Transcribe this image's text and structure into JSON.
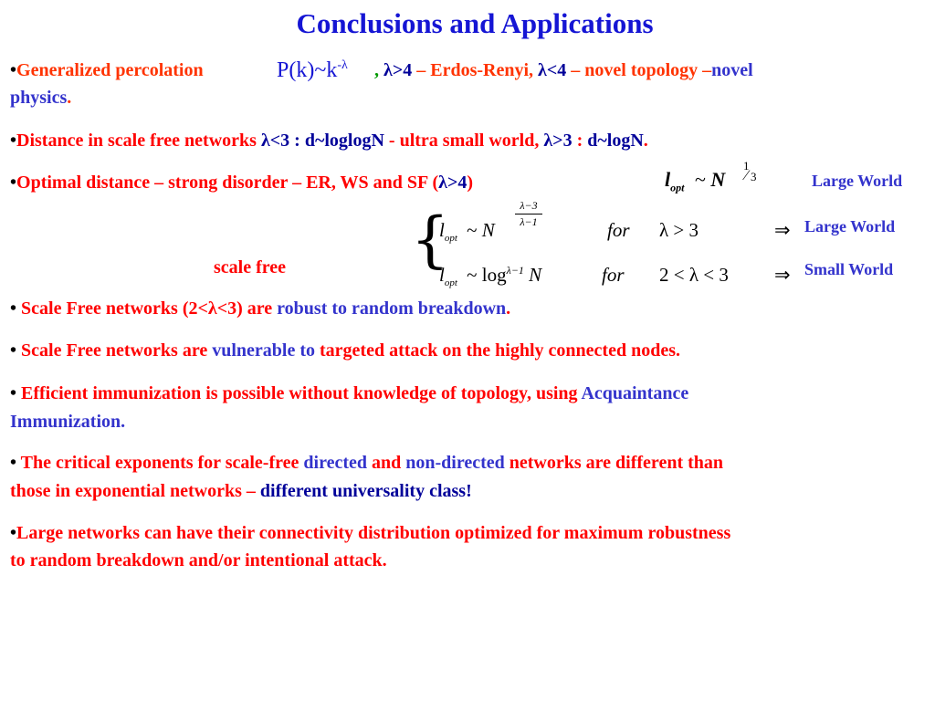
{
  "title": "Conclusions and Applications",
  "bullet": "•",
  "b1": {
    "a": "Generalized percolation",
    "formula": "P(k)~k",
    "formula_sup": "-λ",
    "comma": ",",
    "c": "λ>4",
    "d": " – Erdos-Renyi, ",
    "e": "λ<4",
    "f": " – novel topology –",
    "g": "novel",
    "h": "physics",
    "dot": "."
  },
  "b2": {
    "a": "Distance in scale free networks ",
    "b": "λ<3 : ",
    "c": "d~loglogN",
    "d": " - ultra small world, ",
    "e": "λ>3",
    "f": " : ",
    "g": "d~logN",
    "dot": "."
  },
  "b3": {
    "a": "Optimal distance – strong disorder – ER, WS and SF (",
    "b": "λ>4",
    "c": ")"
  },
  "opt": {
    "l": "l",
    "sub": "opt",
    "tilde": "~",
    "N": "N",
    "exp_num": "1",
    "exp_den": "3",
    "large_world_1": "Large World",
    "r1_exp_num": "λ−3",
    "r1_exp_den": "λ−1",
    "for": "for",
    "r1_cond": "λ > 3",
    "implies": "⇒",
    "large_world_2": "Large World",
    "log": "log",
    "r2_exp": "λ−1",
    "r2_cond": "2 < λ < 3",
    "small_world": "Small World",
    "brace": "{"
  },
  "scale_free_label": "scale free",
  "b4": {
    "a": "Scale Free networks (2<λ<3) are ",
    "b": "robust to random breakdown",
    "dot": "."
  },
  "b5": {
    "a": "Scale Free networks are ",
    "b": "vulnerable to",
    "c": " targeted attack on the highly connected nodes."
  },
  "b6": {
    "a": "Efficient immunization is possible without knowledge of topology, using ",
    "b": "Acquaintance",
    "c": "Immunization."
  },
  "b7": {
    "a": "The critical exponents for scale-free ",
    "b": "directed",
    "c": " and ",
    "d": "non-directed",
    "e": " networks are different than",
    "f": "those in exponential networks – ",
    "g": "different universality class!"
  },
  "b8": {
    "a": "Large networks can have their connectivity distribution optimized for maximum robustness",
    "b": "to random breakdown and/or intentional attack."
  }
}
